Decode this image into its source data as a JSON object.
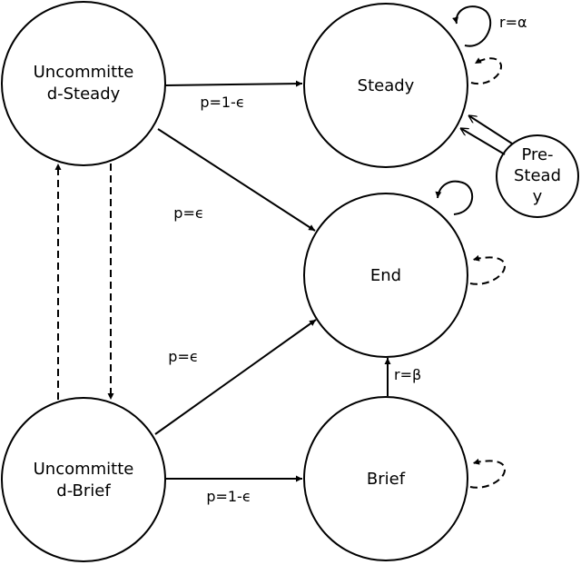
{
  "nodes": {
    "uncommitted_steady": {
      "line1": "Uncommitte",
      "line2": "d-Steady"
    },
    "steady": {
      "label": "Steady"
    },
    "pre_steady": {
      "line1": "Pre-",
      "line2": "Stead",
      "line3": "y"
    },
    "end": {
      "label": "End"
    },
    "uncommitted_brief": {
      "line1": "Uncommitte",
      "line2": "d-Brief"
    },
    "brief": {
      "label": "Brief"
    }
  },
  "edges": {
    "us_to_steady": "p=1-ϵ",
    "us_to_end": "p=ϵ",
    "ub_to_end": "p=ϵ",
    "ub_to_brief": "p=1-ϵ",
    "brief_to_end": "r=β",
    "steady_self": "r=α"
  }
}
